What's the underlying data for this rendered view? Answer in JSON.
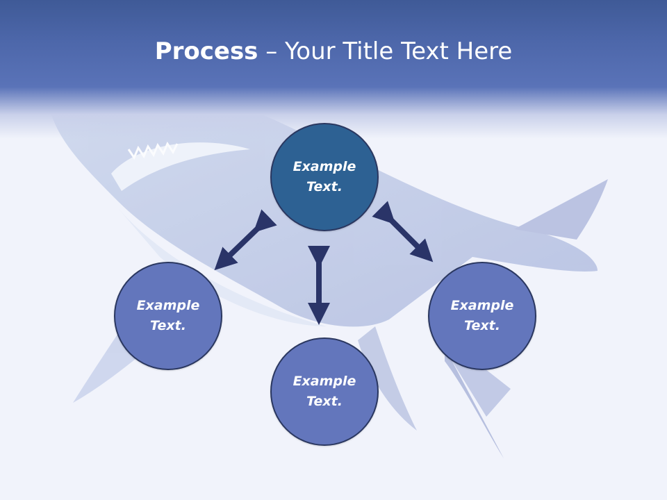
{
  "title": {
    "bold": "Process",
    "rest": " – Your Title Text Here"
  },
  "nodes": {
    "top": "Example\nText.",
    "left": "Example\nText.",
    "right": "Example\nText.",
    "bottom": "Example\nText."
  },
  "colors": {
    "header": "#4d67aa",
    "top_node": "#2d6193",
    "node": "#6376bc",
    "arrow": "#2a3468"
  }
}
